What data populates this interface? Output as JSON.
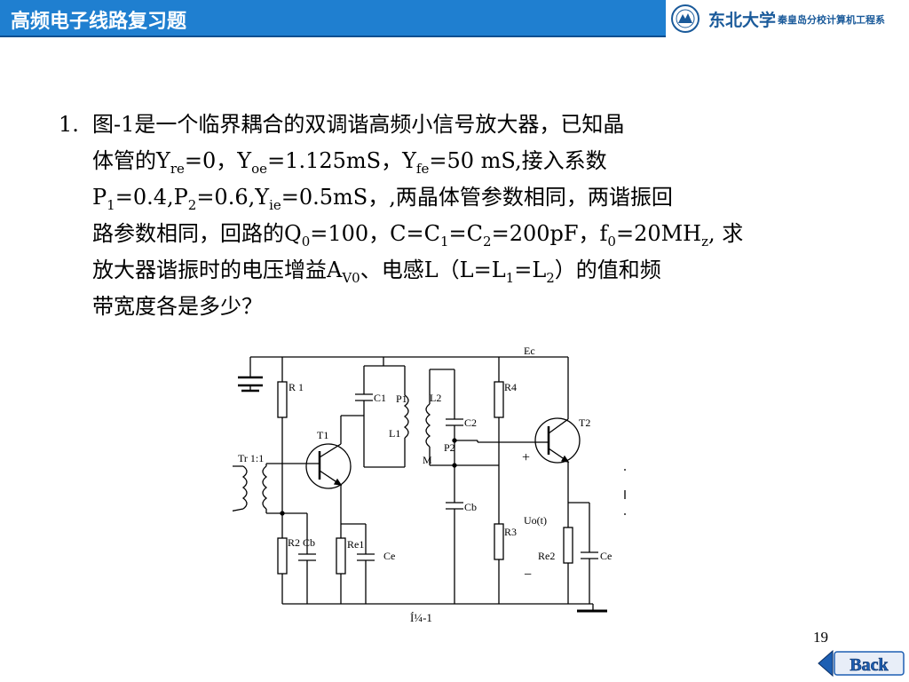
{
  "header": {
    "title": "高频电子线路复习题",
    "logo_main": "东北大学",
    "logo_sub": "秦皇岛分校计算机工程系"
  },
  "problem": {
    "number": "1.",
    "lines": {
      "l1": "图-1是一个临界耦合的双调谐高频小信号放大器，已知晶",
      "l2_a": "体管的Y",
      "l2_sub1": "re",
      "l2_b": "=0，Y",
      "l2_sub2": "oe",
      "l2_c": "=1.125mS，Y",
      "l2_sub3": "fe",
      "l2_d": "=50 mS,接入系数",
      "l3_a": "P",
      "l3_sub1": "1",
      "l3_b": "=0.4,P",
      "l3_sub2": "2",
      "l3_c": "=0.6,Y",
      "l3_sub3": "ie",
      "l3_d": "=0.5mS，,两晶体管参数相同，两谐振回",
      "l4_a": "路参数相同，回路的Q",
      "l4_sub1": "0",
      "l4_b": "=100，C=C",
      "l4_sub2": "1",
      "l4_c": "=C",
      "l4_sub3": "2",
      "l4_d": "=200pF，f",
      "l4_sub4": "0",
      "l4_e": "=20MH",
      "l4_sub5": "z",
      "l4_f": ", 求",
      "l5_a": "放大器谐振时的电压增益A",
      "l5_sub1": "V0",
      "l5_b": "、电感L（L=L",
      "l5_sub2": "1",
      "l5_c": "=L",
      "l5_sub3": "2",
      "l5_d": "）的值和频",
      "l6": "带宽度各是多少？"
    }
  },
  "circuit": {
    "labels": {
      "ec": "Ec",
      "r1": "R 1",
      "c1": "C1",
      "p1": "P1",
      "l2": "L2",
      "r4": "R4",
      "c2": "C2",
      "t1": "T1",
      "l1": "L1",
      "p2": "P2",
      "t2": "T2",
      "tr": "Tr 1:1",
      "m": "M",
      "plus_in": "+",
      "minus_in": "−",
      "plus_out": "+",
      "cb2": "Cb",
      "uo": "Uo(t)",
      "r3": "R3",
      "r2cb": "R2 Cb",
      "re1": "Re1",
      "ce1": "Ce",
      "re2": "Re2",
      "ce2": "Ce",
      "minus_out": "−",
      "caption": "Í¼-1"
    }
  },
  "footer": {
    "page_number": "19",
    "back_label": "Back"
  },
  "colors": {
    "header_blue": "#1f7fd0",
    "logo_blue": "#1a5a9a",
    "back_blue": "#1d5fb3"
  }
}
